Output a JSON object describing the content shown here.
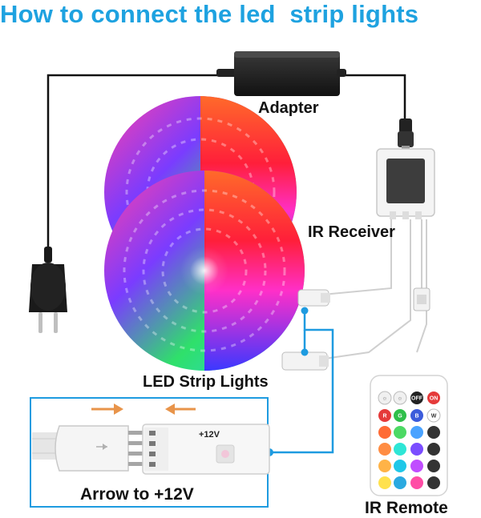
{
  "title": "How to connect the led  strip lights",
  "labels": {
    "adapter": "Adapter",
    "ir_receiver": "IR Receiver",
    "led_strip_lights": "LED Strip Lights",
    "arrow_to_12v": "Arrow to +12V",
    "ir_remote": "IR Remote",
    "connector_marking": "+12V"
  },
  "remote": {
    "top_buttons": [
      "☼",
      "☼",
      "OFF",
      "ON"
    ],
    "row_letters": [
      "R",
      "G",
      "B",
      "W"
    ]
  },
  "colors": {
    "title": "#1ea2e0",
    "signal_wire": "#1e9be0",
    "arrow": "#e8944a",
    "cable": "#111111"
  }
}
